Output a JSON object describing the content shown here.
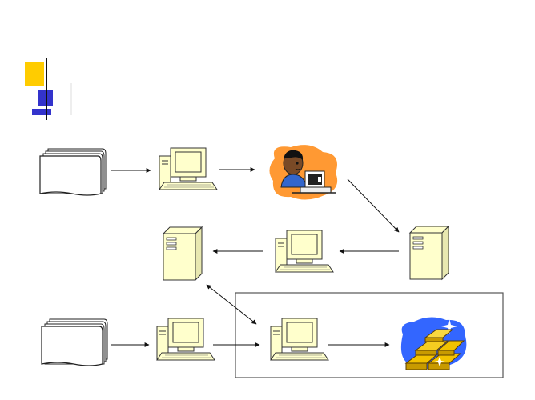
{
  "slide": {
    "title": "",
    "colors": {
      "accent_yellow": "#FFCC00",
      "accent_blue": "#3333CC",
      "device_fill": "#FFFFCC",
      "screen_fill": "#FFFFCC",
      "stroke": "#333333",
      "frame": "#555555",
      "person_blob": "#FF9933",
      "gold": "#E0B000",
      "sparkle_bg": "#3366FF"
    }
  },
  "diagram": {
    "nodes": [
      {
        "id": "doc-stack-top",
        "icon": "document-stack-icon"
      },
      {
        "id": "workstation-1",
        "icon": "desktop-computer-icon"
      },
      {
        "id": "operator",
        "icon": "person-at-computer-icon"
      },
      {
        "id": "server-right",
        "icon": "server-tower-icon"
      },
      {
        "id": "workstation-2",
        "icon": "desktop-computer-icon"
      },
      {
        "id": "server-left",
        "icon": "server-tower-icon"
      },
      {
        "id": "doc-stack-bottom",
        "icon": "document-stack-icon"
      },
      {
        "id": "workstation-3",
        "icon": "desktop-computer-icon"
      },
      {
        "id": "workstation-4",
        "icon": "desktop-computer-icon"
      },
      {
        "id": "gold-bars",
        "icon": "gold-bars-icon"
      }
    ],
    "edges": [
      {
        "from": "doc-stack-top",
        "to": "workstation-1"
      },
      {
        "from": "workstation-1",
        "to": "operator"
      },
      {
        "from": "operator",
        "to": "server-right"
      },
      {
        "from": "server-right",
        "to": "workstation-2"
      },
      {
        "from": "workstation-2",
        "to": "server-left"
      },
      {
        "from": "server-left",
        "to": "workstation-4",
        "bidirectional": true
      },
      {
        "from": "doc-stack-bottom",
        "to": "workstation-3"
      },
      {
        "from": "workstation-3",
        "to": "workstation-4"
      },
      {
        "from": "workstation-4",
        "to": "gold-bars"
      }
    ],
    "group": {
      "label": "",
      "members": [
        "workstation-4",
        "gold-bars"
      ]
    }
  }
}
